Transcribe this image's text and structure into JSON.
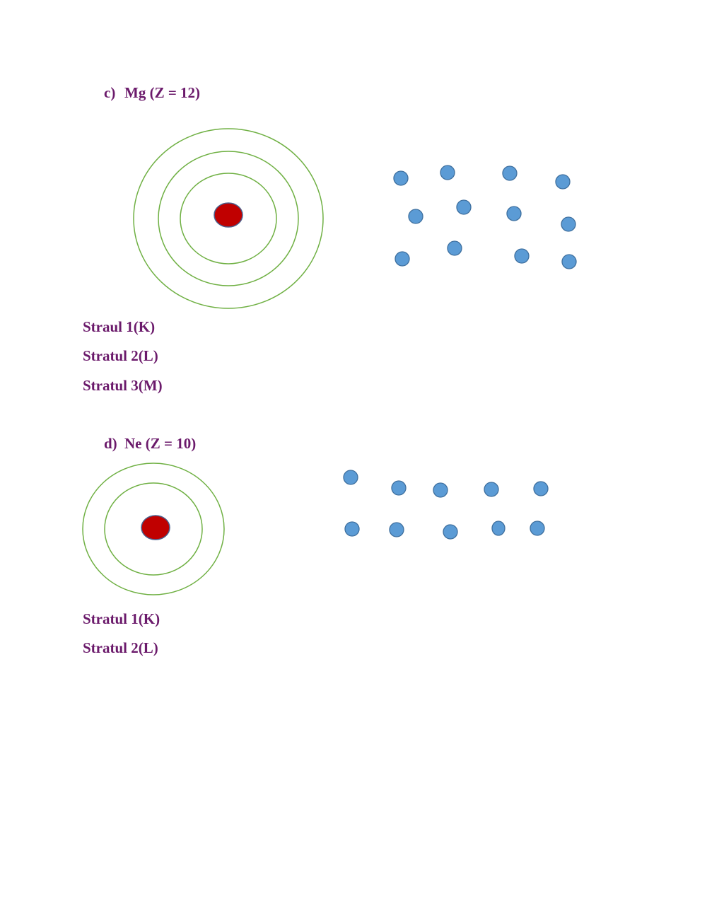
{
  "colors": {
    "label_text": "#6b1a6b",
    "shell_ring": "#6fb043",
    "nucleus_fill": "#c00000",
    "nucleus_stroke": "#4a5f8c",
    "electron_fill": "#5b9bd5",
    "electron_stroke": "#3e6f9e"
  },
  "sections": {
    "mg": {
      "letter": "c)",
      "title": "Mg (Z = 12)",
      "shell_count": 3,
      "electron_count": 12,
      "layers": [
        "Straul 1(K)",
        "Stratul 2(L)",
        "Stratul 3(M)"
      ]
    },
    "ne": {
      "letter": "d)",
      "title": "Ne (Z = 10)",
      "shell_count": 2,
      "electron_count": 10,
      "layers": [
        "Stratul 1(K)",
        "Stratul 2(L)"
      ]
    }
  }
}
